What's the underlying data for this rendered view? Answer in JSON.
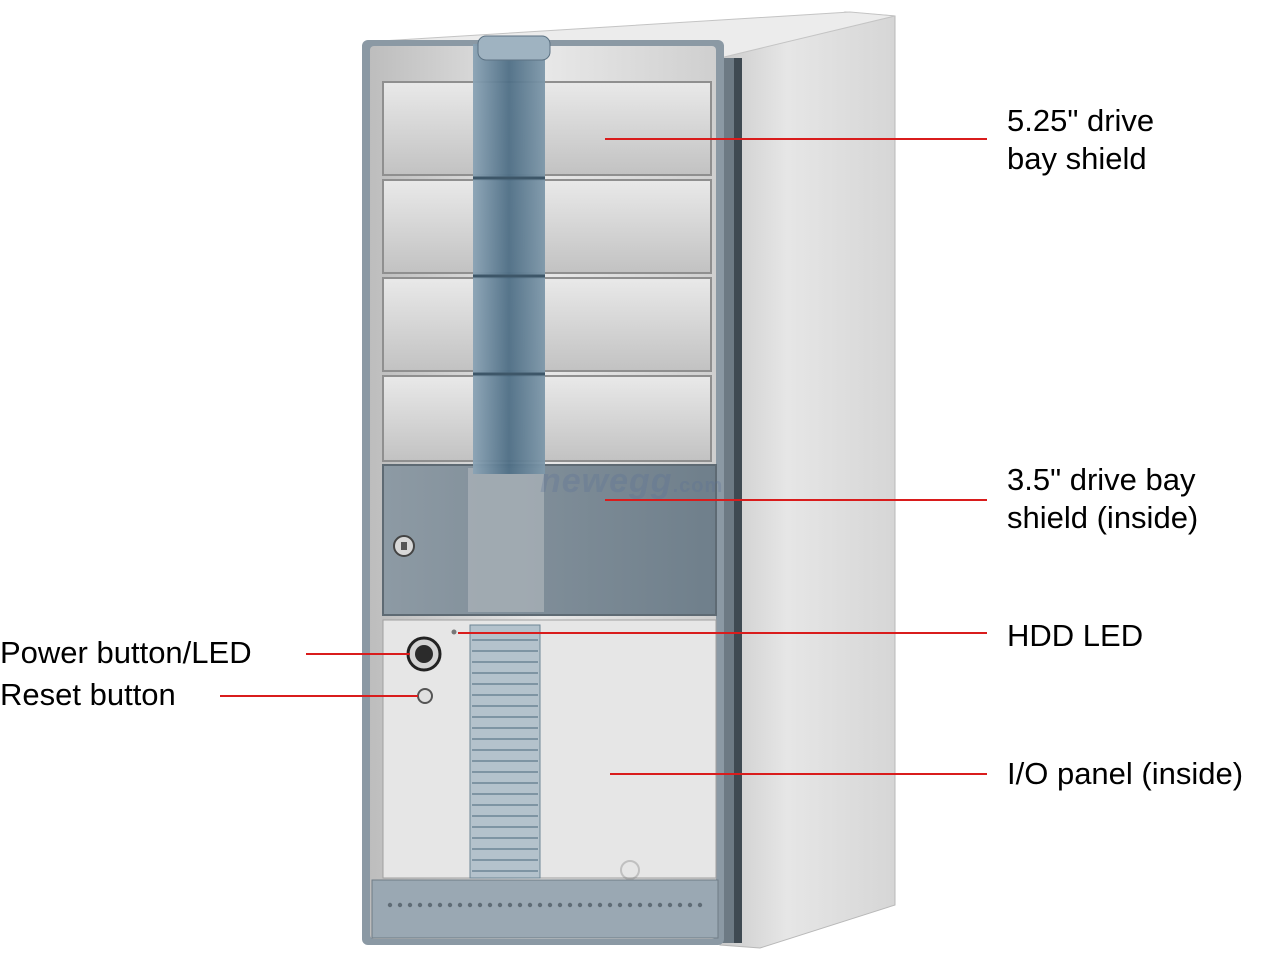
{
  "labels": {
    "drive_525_line1": "5.25\" drive",
    "drive_525_line2": "bay shield",
    "drive_35_line1": "3.5\" drive bay",
    "drive_35_line2": "shield (inside)",
    "hdd_led": "HDD LED",
    "io_panel": "I/O panel (inside)",
    "power_button": "Power button/LED",
    "reset_button": "Reset button"
  },
  "watermark": {
    "brand": "newegg",
    "suffix": ".com"
  },
  "colors": {
    "leader_line": "#d91c1c",
    "case_body": "#d9d9d9",
    "front_strip": "#5f7d92",
    "door_panel": "#7e8f9c"
  }
}
